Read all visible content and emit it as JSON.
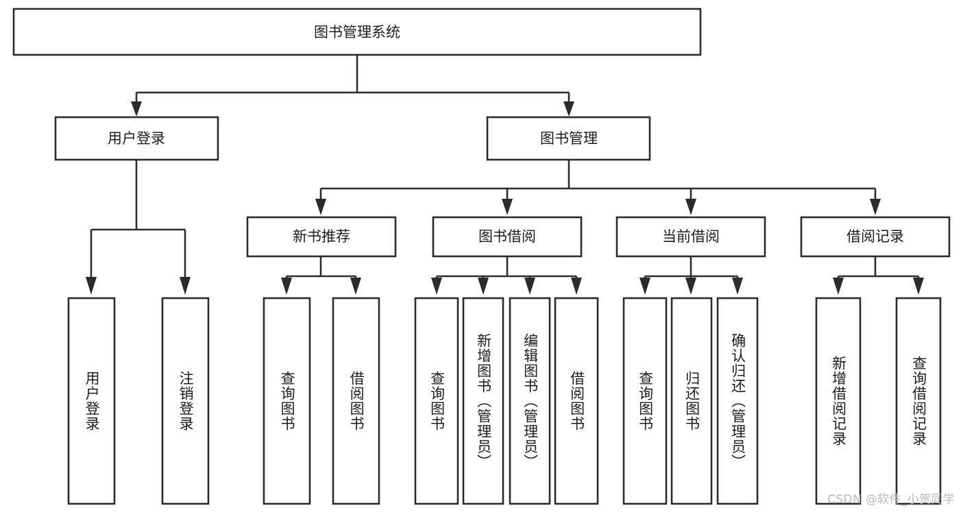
{
  "diagram": {
    "type": "tree-hierarchy",
    "title_text": "图书管理系统",
    "root": {
      "id": "root",
      "label": "图书管理系统"
    },
    "level2": [
      {
        "id": "user-login",
        "label": "用户登录"
      },
      {
        "id": "book-management",
        "label": "图书管理"
      }
    ],
    "level3": [
      {
        "id": "new-book-recommend",
        "label": "新书推荐",
        "parent": "book-management"
      },
      {
        "id": "book-borrow",
        "label": "图书借阅",
        "parent": "book-management"
      },
      {
        "id": "current-borrow",
        "label": "当前借阅",
        "parent": "book-management"
      },
      {
        "id": "borrow-record",
        "label": "借阅记录",
        "parent": "book-management"
      }
    ],
    "leaves": [
      {
        "id": "leaf-user-login",
        "label": "用户登录",
        "parent": "user-login"
      },
      {
        "id": "leaf-logout-login",
        "label": "注销登录",
        "parent": "user-login"
      },
      {
        "id": "leaf-query-book-1",
        "label": "查询图书",
        "parent": "new-book-recommend"
      },
      {
        "id": "leaf-borrow-book-1",
        "label": "借阅图书",
        "parent": "new-book-recommend"
      },
      {
        "id": "leaf-query-book-2",
        "label": "查询图书",
        "parent": "book-borrow"
      },
      {
        "id": "leaf-add-book",
        "label": "新增图书（管理员）",
        "parent": "book-borrow"
      },
      {
        "id": "leaf-edit-book",
        "label": "编辑图书（管理员）",
        "parent": "book-borrow"
      },
      {
        "id": "leaf-borrow-book-2",
        "label": "借阅图书",
        "parent": "book-borrow"
      },
      {
        "id": "leaf-query-book-3",
        "label": "查询图书",
        "parent": "current-borrow"
      },
      {
        "id": "leaf-return-book",
        "label": "归还图书",
        "parent": "current-borrow"
      },
      {
        "id": "leaf-confirm-return",
        "label": "确认归还（管理员）",
        "parent": "current-borrow"
      },
      {
        "id": "leaf-add-borrow-record",
        "label": "新增借阅记录",
        "parent": "borrow-record"
      },
      {
        "id": "leaf-query-borrow-record",
        "label": "查询借阅记录",
        "parent": "borrow-record"
      }
    ]
  },
  "watermark": {
    "text": "CSDN @软件_小贺同学"
  },
  "colors": {
    "stroke": "#2b2b2b",
    "fill": "#ffffff",
    "text": "#1c1c1c",
    "watermark": "#b8b8b8",
    "background": "#ffffff"
  }
}
